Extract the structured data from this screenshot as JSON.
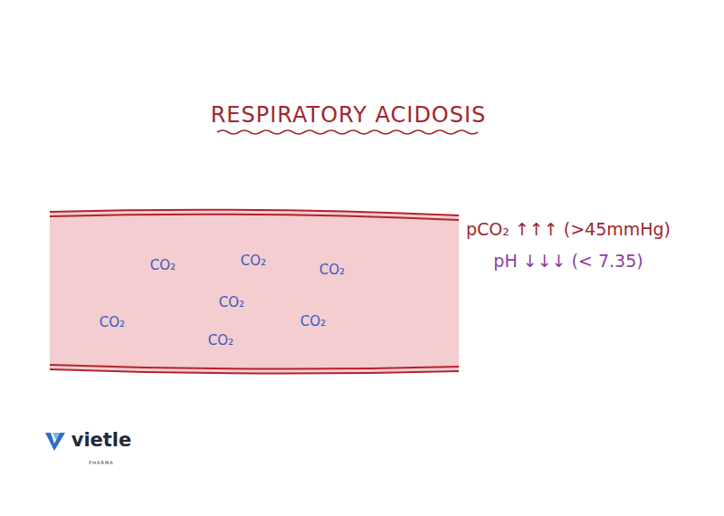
{
  "diagram": {
    "title": "RESPIRATORY ACIDOSIS",
    "nodes": [
      {
        "text": [
          "CO₂",
          "CO₂",
          "CO₂",
          "CO₂",
          "CO₂",
          "CO₂",
          "CO₂"
        ]
      }
    ],
    "labels": [
      "pCO₂ ↑↑↑ (>45mmHg)",
      "pH ↓↓↓ (< 7.35)",
      "vietle",
      "PHARMA"
    ]
  }
}
